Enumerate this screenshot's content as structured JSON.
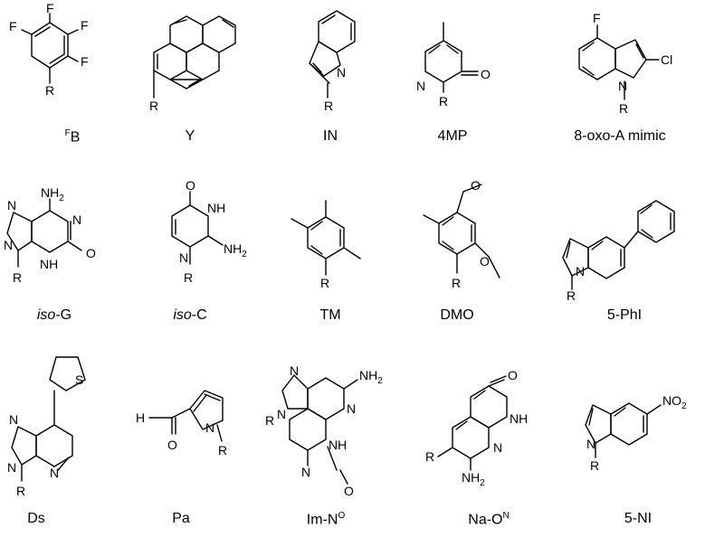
{
  "figure": {
    "compounds": [
      {
        "id": "FB",
        "label_sup": "F",
        "label_main": "B"
      },
      {
        "id": "Y",
        "label_main": "Y"
      },
      {
        "id": "IN",
        "label_main": "IN"
      },
      {
        "id": "4MP",
        "label_main": "4MP"
      },
      {
        "id": "8oxo",
        "label_main": "8-oxo-A mimic"
      },
      {
        "id": "isoG",
        "label_italic": "iso",
        "label_rest": "-G"
      },
      {
        "id": "isoC",
        "label_italic": "iso",
        "label_rest": "-C"
      },
      {
        "id": "TM",
        "label_main": "TM"
      },
      {
        "id": "DMO",
        "label_main": "DMO"
      },
      {
        "id": "5PhI",
        "label_main": "5-PhI"
      },
      {
        "id": "Ds",
        "label_main": "Ds"
      },
      {
        "id": "Pa",
        "label_main": "Pa"
      },
      {
        "id": "ImNo",
        "label_main": "Im-N",
        "label_sup": "O"
      },
      {
        "id": "NaON",
        "label_main": "Na-O",
        "label_sup": "N"
      },
      {
        "id": "5NI",
        "label_main": "5-NI"
      }
    ],
    "atoms": {
      "F": "F",
      "R": "R",
      "N": "N",
      "O": "O",
      "Cl": "Cl",
      "S": "S",
      "H": "H",
      "NH": "NH",
      "NH2": "NH",
      "sub2": "2",
      "NO2": "NO",
      "N_amino": "N",
      "H2": "H"
    }
  }
}
